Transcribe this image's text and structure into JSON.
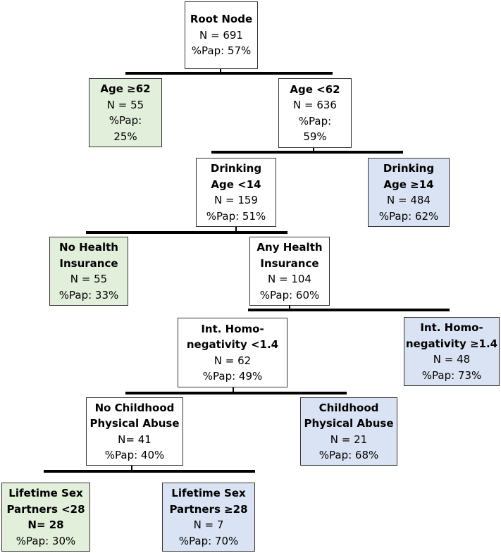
{
  "nodes": {
    "root": {
      "lines": [
        "Root Node"
      ],
      "n": "N = 691",
      "pap": "%Pap: 57%"
    },
    "age_ge62": {
      "lines": [
        "Age ≥62"
      ],
      "n": "N = 55",
      "pap1": "%Pap:",
      "pap2": "25%"
    },
    "age_lt62": {
      "lines": [
        "Age <62"
      ],
      "n": "N = 636",
      "pap1": "%Pap:",
      "pap2": "59%"
    },
    "drink_lt14": {
      "lines": [
        "Drinking",
        "Age <14"
      ],
      "n": "N = 159",
      "pap": "%Pap: 51%"
    },
    "drink_ge14": {
      "lines": [
        "Drinking",
        "Age ≥14"
      ],
      "n": "N = 484",
      "pap": "%Pap: 62%"
    },
    "no_health": {
      "lines": [
        "No Health",
        "Insurance"
      ],
      "n": "N = 55",
      "pap": "%Pap: 33%"
    },
    "any_health": {
      "lines": [
        "Any Health",
        "Insurance"
      ],
      "n": "N = 104",
      "pap": "%Pap: 60%"
    },
    "homoneg_lt": {
      "lines": [
        "Int. Homo-",
        "negativity <1.4"
      ],
      "n": "N = 62",
      "pap": "%Pap: 49%"
    },
    "homoneg_ge": {
      "lines": [
        "Int. Homo-",
        "negativity ≥1.4"
      ],
      "n": "N = 48",
      "pap": "%Pap: 73%"
    },
    "no_abuse": {
      "lines": [
        "No Childhood",
        "Physical Abuse"
      ],
      "n": "N= 41",
      "pap": "%Pap: 40%"
    },
    "abuse": {
      "lines": [
        "Childhood",
        "Physical Abuse"
      ],
      "n": "N = 21",
      "pap": "%Pap: 68%"
    },
    "partners_lt": {
      "lines": [
        "Lifetime Sex",
        "Partners <28",
        "N= 28"
      ],
      "pap": "%Pap: 30%"
    },
    "partners_ge": {
      "lines": [
        "Lifetime Sex",
        "Partners ≥28"
      ],
      "n": "N = 7",
      "pap": "%Pap: 70%"
    }
  },
  "colors": {
    "terminal_low": "#e2efda",
    "terminal_high": "#dae3f3",
    "internal": "#ffffff",
    "line": "#000000"
  }
}
